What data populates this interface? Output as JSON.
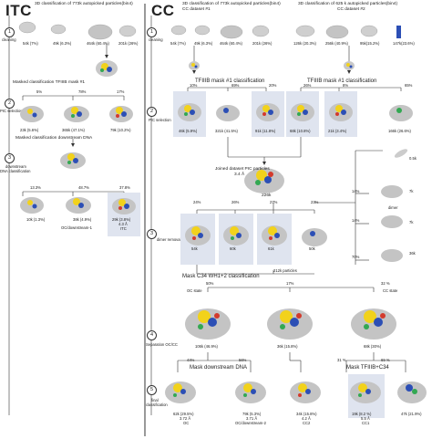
{
  "panels": {
    "itc_title": "ITC",
    "cc_title": "CC"
  },
  "steps": [
    {
      "num": "1",
      "label": "cleaning"
    },
    {
      "num": "2",
      "label": "PIC selection"
    },
    {
      "num": "3",
      "label_line1": "downstream",
      "label_line2": "DNA classification"
    },
    {
      "num": "1",
      "label": "cleaning"
    },
    {
      "num": "2",
      "label": "PIC selection"
    },
    {
      "num": "3",
      "label": "dimer removal"
    },
    {
      "num": "4",
      "label": "Separation OC/CC"
    },
    {
      "num": "5",
      "label_line1": "final",
      "label_line2": "classification"
    }
  ],
  "itc": {
    "header": "3D classification of 773k autopicked particles(bin4)",
    "cleaning_classes": [
      "54k (7%)",
      "49k (6.3%)",
      "464k (60.4%)",
      "201k (26%)"
    ],
    "mask_title": "Masked classification TFIIIB mask #1",
    "pic_pcts": [
      "5%",
      "78%",
      "17%"
    ],
    "pic_classes": [
      "23k (5.6%)",
      "365k (47.1%)",
      "79k (10.2%)"
    ],
    "dna_title": "Masked classification downstream DNA",
    "dna_pcts": [
      "13.3%",
      "48.7%",
      "37.8%"
    ],
    "dna_classes": [
      "10k (1.3%)",
      "38k (4.9%)",
      "29k (3.8%)"
    ],
    "itc_res": "4.3 Å",
    "itc_label": "ITC",
    "oc_label": "OC/downstream-1"
  },
  "cc": {
    "header1_line1": "3D classification of 773k autopicked particles(bin4)",
    "header1_line2": "CC dataset #1",
    "header2_line1": "3D classification of 625 k autopicked particles(bin4)",
    "header2_line2": "CC dataset #2",
    "ds1_classes": [
      "54k (7%)",
      "49k (6.3%)",
      "464k (60.4%)",
      "201k (26%)"
    ],
    "ds2_classes": [
      "126k (20.3%)",
      "256k (40.9%)",
      "95k(15.2%)",
      "147k(23.6%)"
    ],
    "mask1_title": "TFIIIB mask #1 classification",
    "mask2_title": "TFIIIB mask #1 classification",
    "ds1_pcts": [
      "10%",
      "69%",
      "20%"
    ],
    "ds2_pcts": [
      "26%",
      "8%",
      "65%"
    ],
    "ds1_pic": [
      "46k (5.9%)",
      "321k (41.5%)",
      "91k (11.8%)"
    ],
    "ds2_pic": [
      "68k (10.8%)",
      "21k (3.4%)",
      "166k (26.6%)"
    ],
    "joined_line1": "Joined dataset PIC particles",
    "joined_line2": "3.4 Å",
    "joined_count": "226k",
    "dimer_pcts": [
      "24%",
      "26%",
      "27%",
      "23%"
    ],
    "dimer_classes": [
      "54k",
      "60k",
      "61k",
      "50k"
    ],
    "side_pcts": [
      "14%",
      "14%",
      "70%"
    ],
    "side_counts": [
      "0.5k",
      "7k",
      "7k",
      "36k"
    ],
    "dimer_label": "dimer",
    "pool_label": "212k particles",
    "c34_title": "Mask C34  WH1+2 classification",
    "oc_state": "OC state",
    "cc_state": "CC state",
    "sep_pcts": [
      "50%",
      "17%",
      "32 %"
    ],
    "sep_classes": [
      "106k (46.9%)",
      "36k (15.8%)",
      "68k (30%)"
    ],
    "final_pcts": [
      "44%",
      "56%",
      "31 %",
      "69 %"
    ],
    "final_title1": "Mask downstream DNA",
    "final_title2": "Mask TFIIIB+C34",
    "final_classes": [
      {
        "count": "62k (29.5%)",
        "res": "3.72 Å",
        "name": "OC"
      },
      {
        "count": "79k (5.3%)",
        "res": "3.71 Å",
        "name": "OC/downstream-2"
      },
      {
        "count": "34k (15.8%)",
        "res": "4.2 Å",
        "name": "CC2"
      },
      {
        "count": "19k (8.2 %)",
        "res": "5.5 Å",
        "name": "CC1"
      },
      {
        "count": "47k (21.9%)",
        "res": "",
        "name": ""
      }
    ]
  },
  "colors": {
    "blob": "#bfbfbf",
    "card": "#dfe4ef",
    "accent_yellow": "#f2d21b",
    "accent_blue": "#2c4fb5",
    "accent_green": "#33a852",
    "accent_red": "#d33a2c"
  }
}
